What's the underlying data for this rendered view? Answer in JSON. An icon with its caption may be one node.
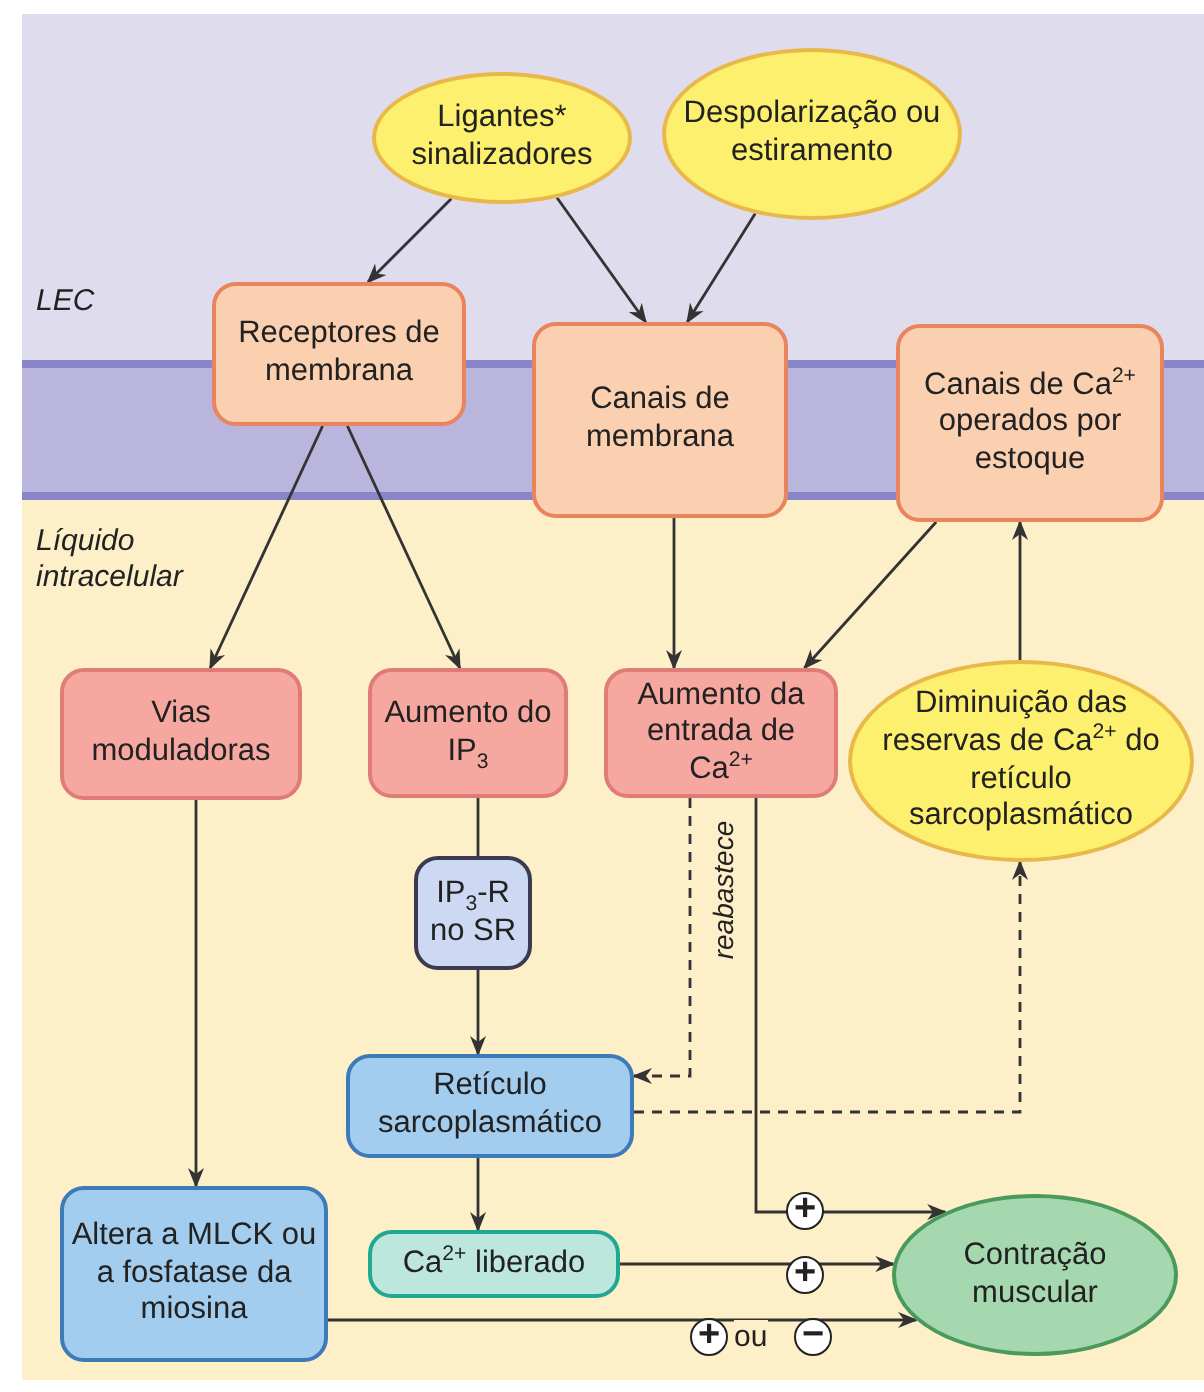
{
  "diagram": {
    "nodes": [
      {
        "text": [
          "Ligantes* sinalizadores"
        ]
      },
      {
        "text": [
          "Despolarização ou estiramento"
        ]
      },
      {
        "text": [
          "Receptores de membrana"
        ]
      },
      {
        "text": [
          "Canais de membrana"
        ]
      },
      {
        "text": [
          "Canais de Ca$^{2+}$ operados por estoque"
        ]
      },
      {
        "text": [
          "Vias moduladoras"
        ]
      },
      {
        "text": [
          "Aumento do IP$_{3}$"
        ]
      },
      {
        "text": [
          "Aumento da entrada de Ca$^{2+}$"
        ]
      },
      {
        "text": [
          "Diminuição das reservas de Ca$^{2+}$ do retículo sarcoplasmático"
        ]
      },
      {
        "text": [
          "IP$_{3}$-R no SR"
        ]
      },
      {
        "text": [
          "Retículo sarcoplasmático"
        ]
      },
      {
        "text": [
          "Altera a MLCK ou a fosfatase da miosina"
        ]
      },
      {
        "text": [
          "Ca$^{2+}$ liberado"
        ]
      },
      {
        "text": [
          "Contração muscular"
        ]
      }
    ],
    "edges": [
      {
        "from": 0,
        "to": 2,
        "arrow": "to"
      },
      {
        "from": 0,
        "to": 3,
        "arrow": "to"
      },
      {
        "from": 1,
        "to": 3,
        "arrow": "to"
      },
      {
        "from": 2,
        "to": 5,
        "arrow": "to"
      },
      {
        "from": 2,
        "to": 6,
        "arrow": "to"
      },
      {
        "from": 3,
        "to": 7,
        "arrow": "to"
      },
      {
        "from": 4,
        "to": 7,
        "arrow": "to"
      },
      {
        "from": 8,
        "to": 4,
        "arrow": "to"
      },
      {
        "from": 6,
        "to": 9,
        "arrow": "none"
      },
      {
        "from": 9,
        "to": 10,
        "arrow": "to"
      },
      {
        "from": 7,
        "to": 10,
        "arrow": "to",
        "style": "dashed",
        "label": "reabastece"
      },
      {
        "from": 10,
        "to": 8,
        "arrow": "to",
        "style": "dashed"
      },
      {
        "from": 10,
        "to": 12,
        "arrow": "to"
      },
      {
        "from": 5,
        "to": 11,
        "arrow": "to"
      },
      {
        "from": 7,
        "to": 13,
        "arrow": "to"
      },
      {
        "from": 12,
        "to": 13,
        "arrow": "to"
      },
      {
        "from": 11,
        "to": 13,
        "arrow": "to"
      }
    ],
    "labels": [
      "LEC",
      "Líquido intracelular",
      "+",
      "+",
      "+",
      "ou",
      "−"
    ]
  }
}
